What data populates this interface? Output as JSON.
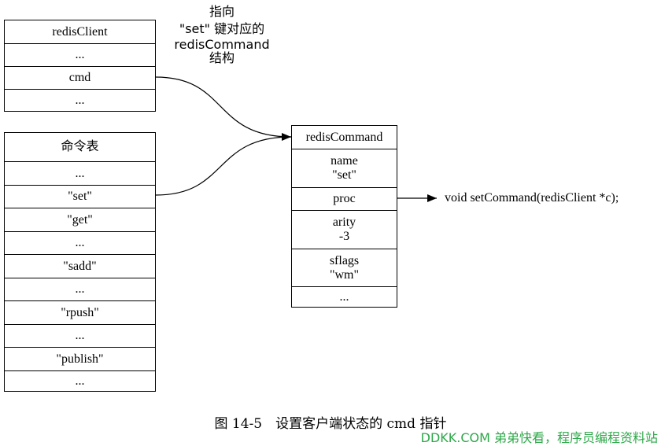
{
  "redis_client": {
    "rows": [
      "redisClient",
      "...",
      "cmd",
      "..."
    ]
  },
  "command_table": {
    "rows": [
      "命令表",
      "...",
      "\"set\"",
      "\"get\"",
      "...",
      "\"sadd\"",
      "...",
      "\"rpush\"",
      "...",
      "\"publish\"",
      "..."
    ]
  },
  "redis_command": {
    "rows": [
      "redisCommand",
      "name\n\"set\"",
      "proc",
      "arity\n-3",
      "sflags\n\"wm\"",
      "..."
    ]
  },
  "annotation": {
    "lines": [
      "指向",
      "\"set\" 键对应的",
      "redisCommand",
      "结构"
    ]
  },
  "proc_target": "void setCommand(redisClient *c);",
  "caption": "图 14-5　设置客户端状态的 cmd 指针",
  "watermark": "DDKK.COM 弟弟快看，程序员编程资料站"
}
